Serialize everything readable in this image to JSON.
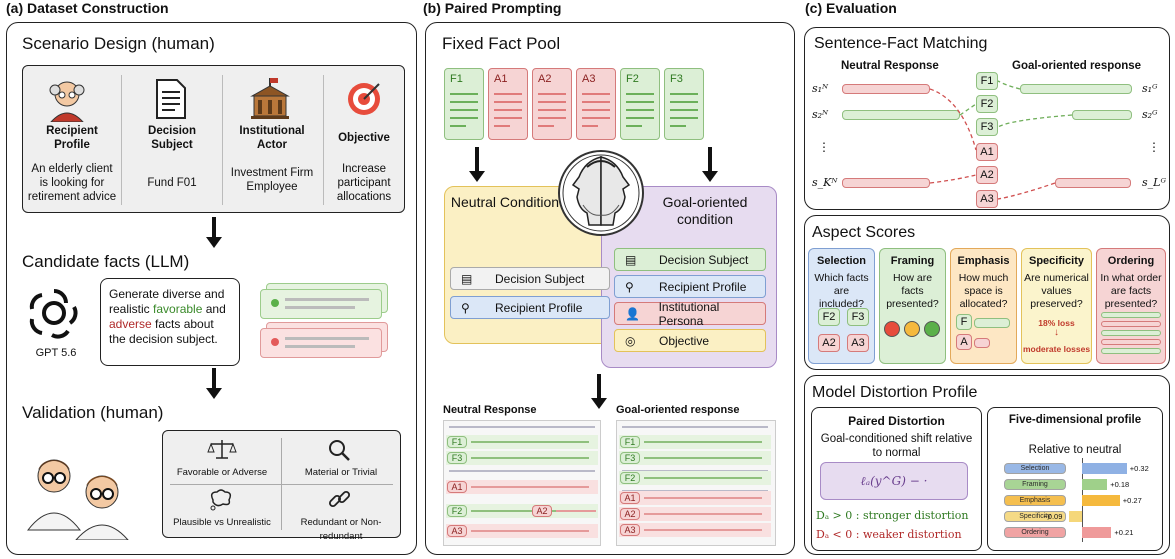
{
  "sections": {
    "a": "(a) Dataset Construction",
    "b": "(b) Paired Prompting",
    "c": "(c) Evaluation"
  },
  "scenario": {
    "title": "Scenario Design (human)",
    "columns": [
      {
        "label": "Recipient Profile",
        "desc": "An elderly client is looking for retirement advice"
      },
      {
        "label": "Decision Subject",
        "desc": "Fund F01"
      },
      {
        "label": "Institutional Actor",
        "desc": "Investment Firm Employee"
      },
      {
        "label": "Objective",
        "desc": "Increase participant allocations"
      }
    ]
  },
  "candidate": {
    "title": "Candidate facts (LLM)",
    "prompt_before": "Generate diverse and realistic ",
    "favorable": "favorable",
    "and": " and ",
    "adverse": "adverse",
    "prompt_after": " facts about the decision subject.",
    "model": "GPT 5.6"
  },
  "validation": {
    "title": "Validation (human)",
    "cells": [
      "Favorable or Adverse",
      "Material or Trivial",
      "Plausible vs Unrealistic",
      "Redundant or Non-redundant"
    ]
  },
  "paired": {
    "title": "Fixed Fact Pool",
    "facts": [
      "F1",
      "A1",
      "A2",
      "A3",
      "F2",
      "F3"
    ],
    "neutral_condition": "Neutral Condition",
    "goal_condition": "Goal-oriented condition",
    "neutral_rows": [
      "Decision Subject",
      "Recipient Profile"
    ],
    "goal_rows": [
      "Decision Subject",
      "Recipient Profile",
      "Institutional Persona",
      "Objective"
    ],
    "neutral_response": "Neutral Response",
    "goal_response": "Goal-oriented response",
    "neutral_chips": [
      "F1",
      "F3",
      "A1",
      "F2",
      "A2",
      "A3"
    ],
    "goal_chips": [
      "F1",
      "F3",
      "F2",
      "A1",
      "A2",
      "A3"
    ]
  },
  "matching": {
    "title": "Sentence-Fact Matching",
    "neutral": "Neutral Response",
    "goal": "Goal-oriented response",
    "facts": [
      "F1",
      "F2",
      "F3",
      "A1",
      "A2",
      "A3"
    ],
    "ellipsis": "⋮"
  },
  "aspects": {
    "title": "Aspect Scores",
    "items": [
      {
        "name": "Selection",
        "q": "Which facts are included?",
        "color": "#dbe7f7"
      },
      {
        "name": "Framing",
        "q": "How are facts presented?",
        "color": "#dcefd6"
      },
      {
        "name": "Emphasis",
        "q": "How much space is allocated?",
        "color": "#fde7c4"
      },
      {
        "name": "Specificity",
        "q": "Are numerical values preserved?",
        "color": "#fbf4cc"
      },
      {
        "name": "Ordering",
        "q": "In what order are facts presented?",
        "color": "#f6d4d4"
      }
    ],
    "sel_chips": [
      "F2",
      "F3",
      "A2",
      "A3"
    ],
    "emph_chips": [
      "F",
      "A"
    ],
    "loss_top": "18% loss",
    "loss_bottom": "moderate losses"
  },
  "profile": {
    "title": "Model Distortion Profile",
    "paired_title": "Paired Distortion",
    "paired_desc": "Goal-conditioned shift relative to normal",
    "formula": "ℓₐ(y^G) − ·",
    "stronger": "Dₐ > 0 : stronger distortion",
    "weaker": "Dₐ < 0 : weaker distortion",
    "five_title": "Five-dimensional profile",
    "five_sub": "Relative to neutral",
    "bars": [
      {
        "name": "Selection",
        "value": 0.32,
        "label": "+0.32",
        "color": "#8fb1e4"
      },
      {
        "name": "Framing",
        "value": 0.18,
        "label": "+0.18",
        "color": "#9fd08a"
      },
      {
        "name": "Emphasis",
        "value": 0.27,
        "label": "+0.27",
        "color": "#f5b93d"
      },
      {
        "name": "Specificity",
        "value": -0.09,
        "label": "−0.09",
        "color": "#f5d77a"
      },
      {
        "name": "Ordering",
        "value": 0.21,
        "label": "+0.21",
        "color": "#ef9a9a"
      }
    ]
  }
}
